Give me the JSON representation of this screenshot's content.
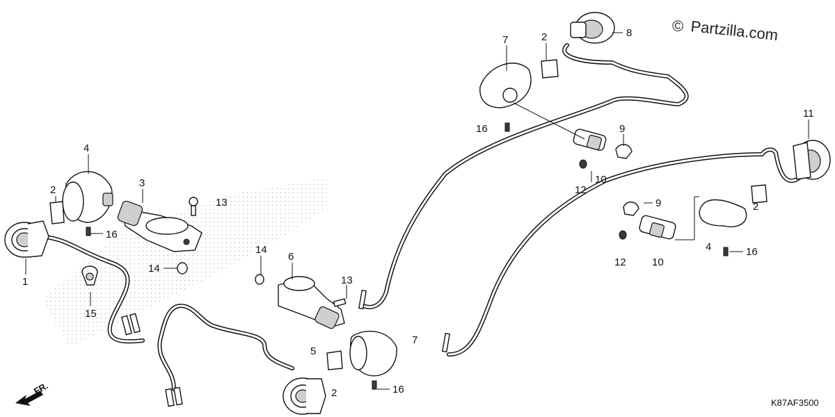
{
  "brand": {
    "copyright_symbol": "©",
    "text": "Partzilla.com"
  },
  "diagram_code": "K87AF3500",
  "direction_label": "FR.",
  "callouts": [
    {
      "id": "c1",
      "label": "1"
    },
    {
      "id": "c2a",
      "label": "2"
    },
    {
      "id": "c2b",
      "label": "2"
    },
    {
      "id": "c2c",
      "label": "2"
    },
    {
      "id": "c2d",
      "label": "2"
    },
    {
      "id": "c3",
      "label": "3"
    },
    {
      "id": "c4a",
      "label": "4"
    },
    {
      "id": "c4b",
      "label": "4"
    },
    {
      "id": "c5",
      "label": "5"
    },
    {
      "id": "c6",
      "label": "6"
    },
    {
      "id": "c7a",
      "label": "7"
    },
    {
      "id": "c7b",
      "label": "7"
    },
    {
      "id": "c8",
      "label": "8"
    },
    {
      "id": "c9a",
      "label": "9"
    },
    {
      "id": "c9b",
      "label": "9"
    },
    {
      "id": "c10a",
      "label": "10"
    },
    {
      "id": "c10b",
      "label": "10"
    },
    {
      "id": "c11",
      "label": "11"
    },
    {
      "id": "c12a",
      "label": "12"
    },
    {
      "id": "c12b",
      "label": "12"
    },
    {
      "id": "c13a",
      "label": "13"
    },
    {
      "id": "c13b",
      "label": "13"
    },
    {
      "id": "c14a",
      "label": "14"
    },
    {
      "id": "c14b",
      "label": "14"
    },
    {
      "id": "c15",
      "label": "15"
    },
    {
      "id": "c16a",
      "label": "16"
    },
    {
      "id": "c16b",
      "label": "16"
    },
    {
      "id": "c16c",
      "label": "16"
    },
    {
      "id": "c16d",
      "label": "16"
    }
  ]
}
